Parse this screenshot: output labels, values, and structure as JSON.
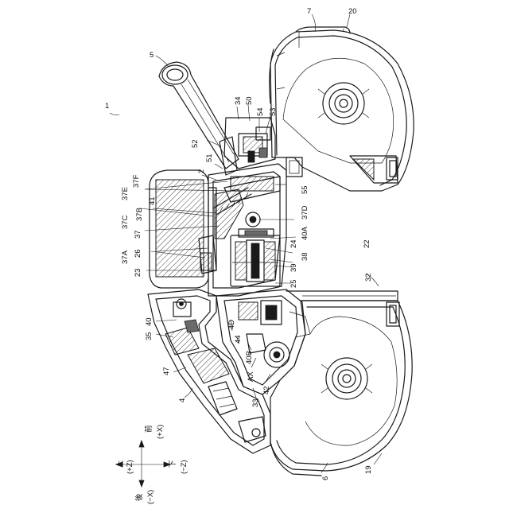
{
  "labels": {
    "l7": "7",
    "l20": "20",
    "l5": "5",
    "l1": "1",
    "l34": "34",
    "l50": "50",
    "l54": "54",
    "l53": "53",
    "l52": "52",
    "l51": "51",
    "l2": "2",
    "l55": "55",
    "l37E": "37E",
    "l37F": "37F",
    "l41": "41",
    "l37B": "37B",
    "l37C": "37C",
    "l37D": "37D",
    "l37": "37",
    "l40A": "40A",
    "l24": "24",
    "l22": "22",
    "l37A": "37A",
    "l26": "26",
    "l39": "39",
    "l38": "38",
    "l23": "23",
    "l25": "25",
    "l32": "32",
    "l40": "40",
    "l4D": "4D",
    "l35": "35",
    "l44": "44",
    "l40B": "40B",
    "lAX": "AX",
    "l47": "47",
    "l42": "42",
    "l33": "33",
    "l4": "4",
    "l6": "6",
    "l19": "19"
  },
  "axes": {
    "front": "前",
    "front_axis": "(+X)",
    "up": "上",
    "up_axis": "(+Z)",
    "down": "下",
    "down_axis": "(−Z)",
    "rear": "後",
    "rear_axis": "(−X)"
  }
}
